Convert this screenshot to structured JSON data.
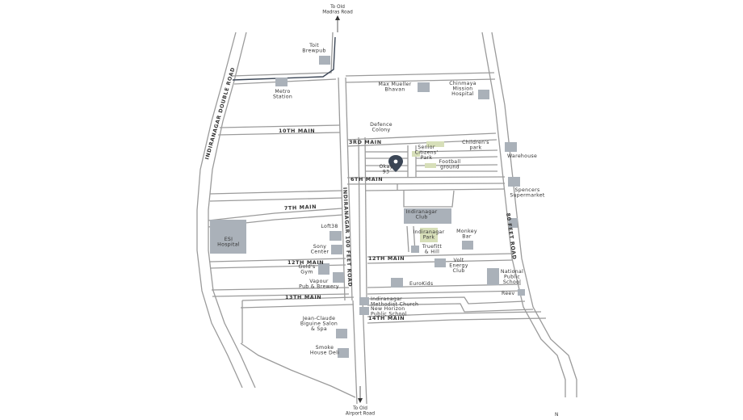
{
  "arrows": {
    "north": "To Old\nMadras Road",
    "south": "To Old\nAirport Road"
  },
  "roads": {
    "tenth_main": "10TH MAIN",
    "third_main": "3RD MAIN",
    "sixth_main": "6TH MAIN",
    "seventh_main": "7TH MAIN",
    "twelfth_main_left": "12TH MAIN",
    "twelfth_main_right": "12TH MAIN",
    "thirteenth_main": "13TH MAIN",
    "fourteenth_main": "14TH MAIN",
    "indiranagar_double_road": "INDIRANAGAR DOUBLE ROAD",
    "hundred_feet_road": "INDIRANAGAR 100 FEET ROAD",
    "eighty_feet_road": "80 FEET ROAD"
  },
  "places": {
    "toit": "Toit\nBrewpub",
    "metro": "Metro\nStation",
    "max_mueller": "Max Mueller\nBhavan",
    "chinmaya": "Chinmaya\nMission\nHospital",
    "defence": "Defence\nColony",
    "senior_citizens": "Senior\nCitizens'\nPark",
    "childrens": "Children's\npark",
    "football": "Football\nground",
    "warehouse": "Warehouse",
    "spencers": "Spencers\nSupermarket",
    "okay": "Okay\n93",
    "indiranagar_club": "Indiranagar\nClub",
    "indiranagar_park": "Indiranagar\nPark",
    "monkey_bar": "Monkey\nBar",
    "truefit": "Truefitt\n& Hill",
    "loft38": "Loft38",
    "esi": "ESI\nHospital",
    "sony": "Sony\nCenter",
    "golds": "Gold's\nGym",
    "vapour": "Vapour\nPub & Brewery",
    "volt": "Volt\nEnergy\nClub",
    "national": "National\nPublic\nSchool",
    "eurokids": "EuroKids",
    "reev": "Reev",
    "methodist": "Indiranagar\nMethodist Church",
    "new_horizon": "New Horizon\nPublic School",
    "jean_claude": "Jean-Claude\nBiguine Salon\n& Spa",
    "smoke_house": "Smoke\nHouse Deli"
  },
  "compass": "N",
  "colors": {
    "road": "#9b9b9b",
    "building": "#aab1b9",
    "park": "#d7dfb9",
    "metro_line": "#3b4656",
    "marker": "#3b4656"
  }
}
